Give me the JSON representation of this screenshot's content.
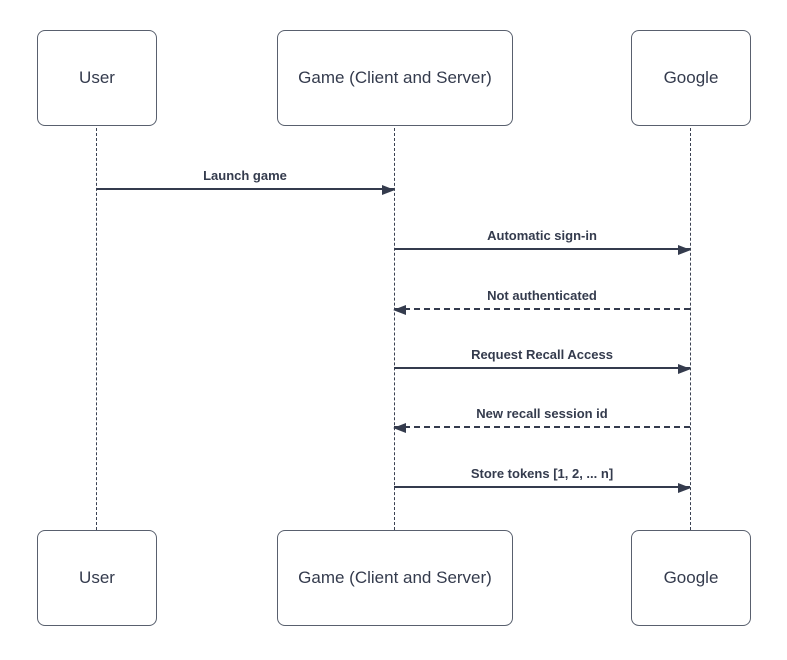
{
  "diagram": {
    "kind": "uml-sequence-diagram",
    "colors": {
      "background": "#ffffff",
      "shape_stroke": "#59606e",
      "message_line": "#343b4d",
      "text": "#343b4d"
    }
  },
  "actors": [
    {
      "id": "user",
      "label": "User"
    },
    {
      "id": "game",
      "label": "Game (Client and Server)"
    },
    {
      "id": "google",
      "label": "Google"
    }
  ],
  "messages": [
    {
      "label": "Launch game",
      "from": "user",
      "to": "game",
      "line": "solid",
      "direction": "right"
    },
    {
      "label": "Automatic sign-in",
      "from": "game",
      "to": "google",
      "line": "solid",
      "direction": "right"
    },
    {
      "label": "Not authenticated",
      "from": "google",
      "to": "game",
      "line": "dashed",
      "direction": "left"
    },
    {
      "label": "Request Recall Access",
      "from": "game",
      "to": "google",
      "line": "solid",
      "direction": "right"
    },
    {
      "label": "New recall session id",
      "from": "google",
      "to": "game",
      "line": "dashed",
      "direction": "left"
    },
    {
      "label": "Store tokens [1, 2, ... n]",
      "from": "game",
      "to": "google",
      "line": "solid",
      "direction": "right"
    }
  ]
}
